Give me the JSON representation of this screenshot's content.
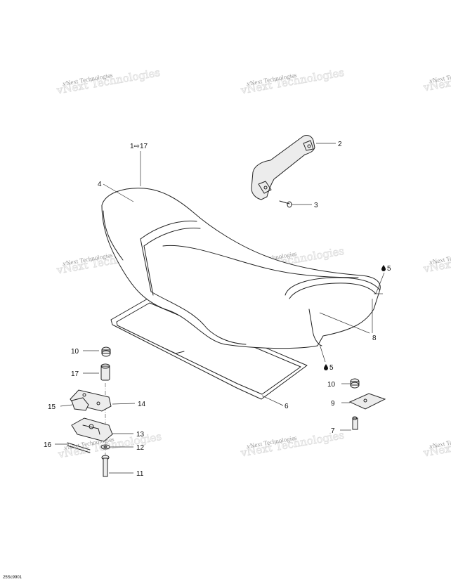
{
  "watermark_text": "vNext Technologies",
  "drawing_code": "25Sc9901",
  "callouts": {
    "c1": "1⇨17",
    "c2": "2",
    "c3": "3",
    "c4": "4",
    "c5a": "5",
    "c5b": "5",
    "c6": "6",
    "c7": "7",
    "c8": "8",
    "c9": "9",
    "c10a": "10",
    "c10b": "10",
    "c11": "11",
    "c12": "12",
    "c13": "13",
    "c14": "14",
    "c15": "15",
    "c16": "16",
    "c17": "17"
  },
  "icons": {
    "adhesive": "drop-icon"
  }
}
